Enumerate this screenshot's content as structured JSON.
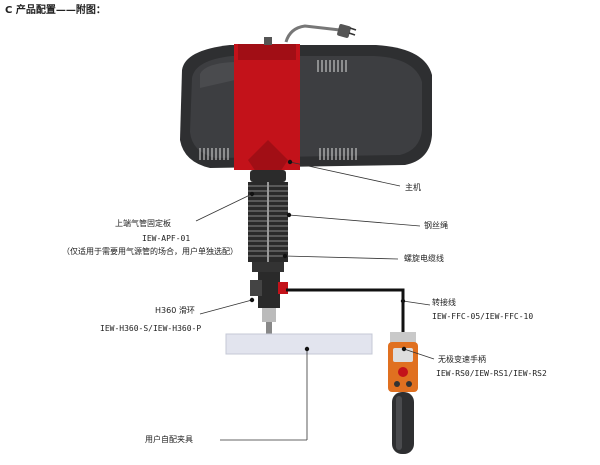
{
  "page": {
    "title": "C 产品配置——附图："
  },
  "labels": {
    "main_unit": "主机",
    "upper_plate": "上端气管固定板",
    "upper_plate_code": "IEW-APF-01",
    "upper_plate_note": "（仅适用于需要用气源管的场合，用户单独选配）",
    "wire_rope": "钢丝绳",
    "spiral_cable": "螺旋电缆线",
    "slip_ring": "H360 滑环",
    "slip_ring_code": "IEW-H360-S/IEW-H360-P",
    "adapter_cable": "转接线",
    "adapter_cable_code": "IEW-FFC-05/IEW-FFC-10",
    "handle": "无极变速手柄",
    "handle_code": "IEW-RS0/IEW-RS1/IEW-RS2",
    "fixture": "用户自配夹具"
  },
  "colors": {
    "body_dark": "#2e2f31",
    "body_red": "#c3121a",
    "fixture_fill": "#e2e4ee",
    "cable": "#111111"
  }
}
